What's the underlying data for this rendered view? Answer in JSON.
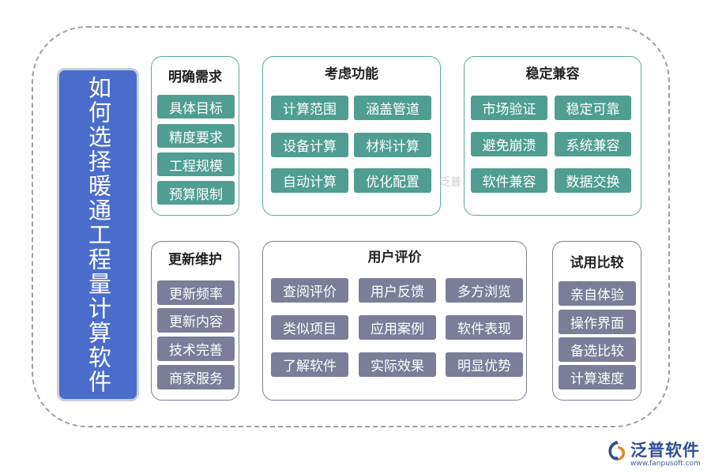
{
  "title": "如何选择暖通工程量计算软件",
  "groups": [
    {
      "title": "明确需求",
      "items": [
        "具体目标",
        "精度要求",
        "工程规模",
        "预算限制"
      ]
    },
    {
      "title": "考虑功能",
      "items": [
        "计算范围",
        "涵盖管道",
        "设备计算",
        "材料计算",
        "自动计算",
        "优化配置"
      ]
    },
    {
      "title": "稳定兼容",
      "items": [
        "市场验证",
        "稳定可靠",
        "避免崩溃",
        "系统兼容",
        "软件兼容",
        "数据交换"
      ]
    },
    {
      "title": "更新维护",
      "items": [
        "更新频率",
        "更新内容",
        "技术完善",
        "商家服务"
      ]
    },
    {
      "title": "用户评价",
      "items": [
        "查阅评价",
        "用户反馈",
        "多方浏览",
        "类似项目",
        "应用案例",
        "软件表现",
        "了解软件",
        "实际效果",
        "明显优势"
      ]
    },
    {
      "title": "试用比较",
      "items": [
        "亲自体验",
        "操作界面",
        "备选比较",
        "计算速度"
      ]
    }
  ],
  "watermark": "泛普",
  "logo": {
    "name": "泛普软件",
    "url": "www.fanpusoft.com"
  },
  "colors": {
    "title_bg": "#4a6dcc",
    "teal": "#4f9e91",
    "slate": "#7b7d99"
  }
}
